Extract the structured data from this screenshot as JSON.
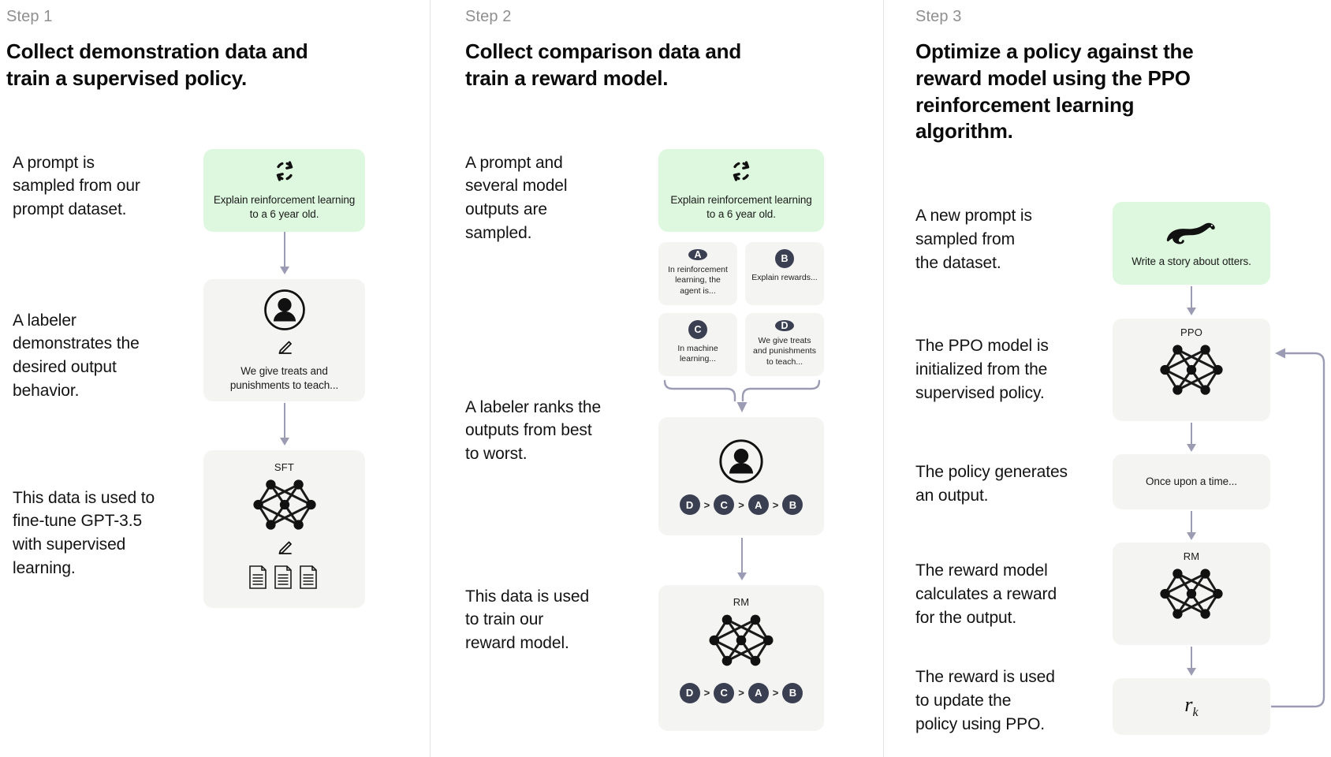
{
  "theme": {
    "green_card": "#ddf8de",
    "gray_card": "#f4f4f2",
    "arrow": "#9b9bb4",
    "badge": "#3b3f52",
    "divider": "#e4e4e4",
    "step_label_color": "#8f8f8f"
  },
  "steps": [
    {
      "label": "Step 1",
      "title": "Collect demonstration data and train a supervised policy.",
      "narratives": [
        "A prompt is\nsampled from our\nprompt dataset.",
        "A labeler\ndemonstrates the\ndesired output\nbehavior.",
        "This data is used to\nfine-tune GPT-3.5\nwith supervised\nlearning."
      ],
      "nodes": [
        {
          "icon": "loop-icon",
          "text": "Explain reinforcement learning to a 6 year old.",
          "style": "green"
        },
        {
          "icon": "person-icon",
          "sub_icon": "pencil-icon",
          "text": "We give treats and punishments to teach...",
          "style": "gray"
        },
        {
          "caption": "SFT",
          "icon": "nn-icon",
          "sub_icon": "pencil-icon",
          "extra_icon": "docs-icon",
          "style": "gray"
        }
      ]
    },
    {
      "label": "Step 2",
      "title": "Collect comparison data and train a reward model.",
      "narratives": [
        "A prompt and\nseveral model\noutputs are\nsampled.",
        "A labeler ranks the\noutputs from best\nto worst.",
        "This data is used\nto train our\nreward model."
      ],
      "nodes": [
        {
          "icon": "loop-icon",
          "text": "Explain reinforcement learning to a 6 year old.",
          "style": "green"
        },
        {
          "icon": "person-icon",
          "ranking": [
            "D",
            "C",
            "A",
            "B"
          ],
          "style": "gray"
        },
        {
          "caption": "RM",
          "icon": "nn-icon",
          "ranking": [
            "D",
            "C",
            "A",
            "B"
          ],
          "style": "gray"
        }
      ],
      "samples": [
        {
          "badge": "A",
          "text": "In reinforcement learning, the agent is..."
        },
        {
          "badge": "B",
          "text": "Explain rewards..."
        },
        {
          "badge": "C",
          "text": "In machine learning..."
        },
        {
          "badge": "D",
          "text": "We give treats and punishments to teach..."
        }
      ]
    },
    {
      "label": "Step 3",
      "title": "Optimize a policy against the reward model using the PPO reinforcement learning algorithm.",
      "narratives": [
        "A new prompt is\nsampled from\nthe dataset.",
        "The PPO model is\ninitialized from the\nsupervised policy.",
        "The policy generates\nan output.",
        "The reward model\ncalculates a reward\nfor the output.",
        "The reward is used\nto update the\npolicy using PPO."
      ],
      "nodes": [
        {
          "icon": "otter-icon",
          "text": "Write a story about otters.",
          "style": "green"
        },
        {
          "caption": "PPO",
          "icon": "nn-icon",
          "style": "gray"
        },
        {
          "text": "Once upon a time...",
          "style": "gray"
        },
        {
          "caption": "RM",
          "icon": "nn-icon",
          "style": "gray"
        },
        {
          "text": "r_k",
          "style": "gray",
          "is_formula": true,
          "formula_base": "r",
          "formula_sub": "k"
        }
      ]
    }
  ]
}
